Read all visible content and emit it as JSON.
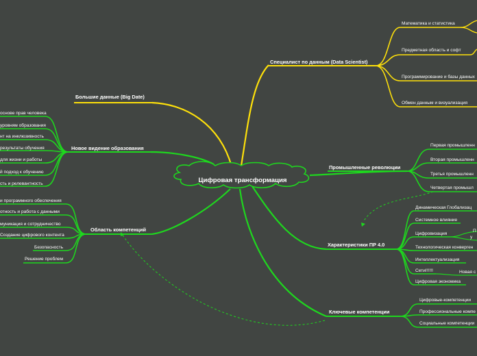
{
  "title": "Цифровая трансформация",
  "colors": {
    "background": "#414542",
    "green_branch": "#1ed81e",
    "yellow_branch": "#ffe10a",
    "text": "#ffffff"
  },
  "branches": {
    "data_scientist": {
      "label": "Специалист по данным (Data Scientist)",
      "children": [
        "Математика и статистика",
        "Предметная область и софт",
        "Программирование и базы данных",
        "Обмен данным и визуализация"
      ]
    },
    "big_data": {
      "label": "Большие данные (Big Date)"
    },
    "new_education": {
      "label": "Новое видение образования",
      "children": [
        "основе прав человека",
        "уровням образования",
        "нт на инклюзивность",
        "результаты обучения",
        "для жизни и работы",
        "й подход к обучению",
        "сть и релевантность"
      ]
    },
    "competence_area": {
      "label": "Область компетенций",
      "children": [
        "и программного обеспечения",
        "отность и работа с данными",
        "муникация и сотрудничество",
        "Создание цифрового контента",
        "Безопасность",
        "Решение проблем"
      ]
    },
    "industrial_revolutions": {
      "label": "Промышленные революции",
      "children": [
        "Первая промышленн",
        "Вторая промышленн",
        "Третья промышленн",
        "Четвертая промышл"
      ]
    },
    "characteristics": {
      "label": "Характеристики ПР 4.0",
      "children": [
        "Динамическая Глобализац",
        "Системное влияние",
        "Цифровизация",
        "Технологическая конверген",
        "Интеллектуализация",
        "Сети!!!!!!",
        "Цифровая экономика"
      ],
      "sub": {
        "digitization_right": [
          "П",
          "у"
        ],
        "networks_right": "Новая с"
      }
    },
    "key_competencies": {
      "label": "Ключевые компетенции",
      "children": [
        "Цифровые-компетенции",
        "Профессиональные компе",
        "Социальные компетенции"
      ]
    }
  }
}
